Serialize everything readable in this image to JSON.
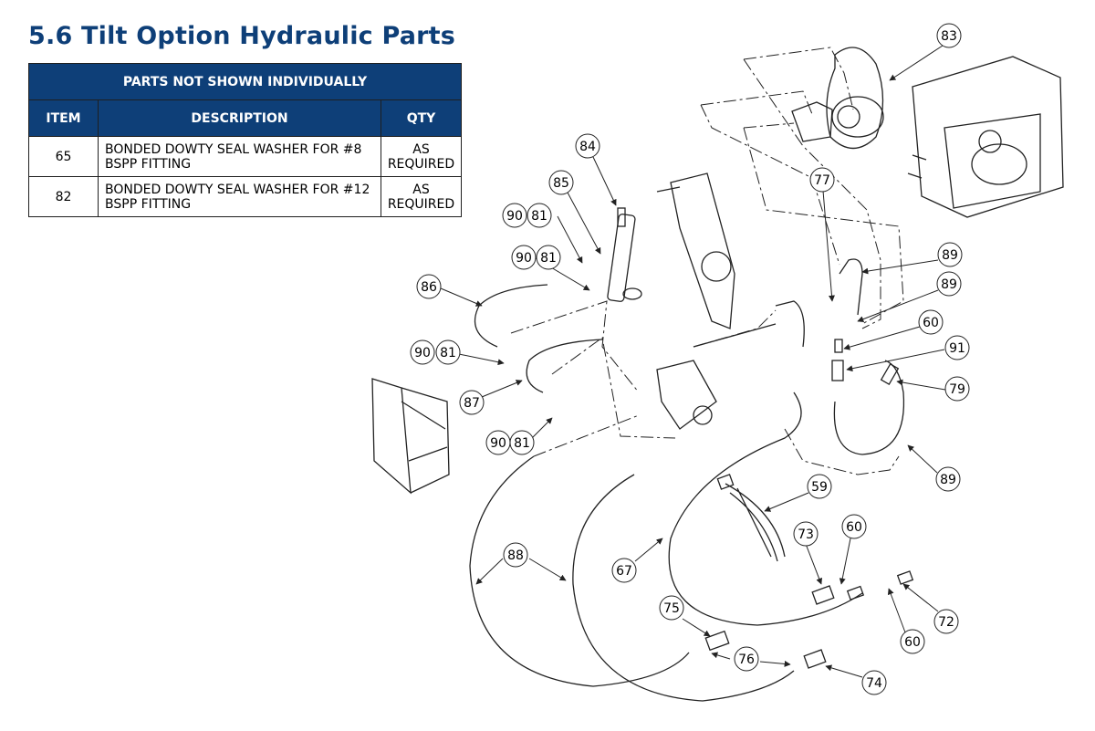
{
  "title": "5.6 Tilt Option Hydraulic Parts",
  "table": {
    "caption": "PARTS NOT SHOWN INDIVIDUALLY",
    "headers": {
      "item": "ITEM",
      "description": "DESCRIPTION",
      "qty": "QTY"
    },
    "rows": [
      {
        "item": "65",
        "description": "BONDED DOWTY SEAL WASHER FOR #8 BSPP FITTING",
        "qty": "AS REQUIRED"
      },
      {
        "item": "82",
        "description": "BONDED DOWTY SEAL WASHER FOR #12 BSPP FITTING",
        "qty": "AS REQUIRED"
      }
    ]
  },
  "callouts": [
    "83",
    "84",
    "85",
    "77",
    "89",
    "89",
    "90",
    "81",
    "90",
    "81",
    "86",
    "60",
    "91",
    "79",
    "90",
    "81",
    "87",
    "90",
    "81",
    "89",
    "59",
    "73",
    "60",
    "88",
    "67",
    "72",
    "60",
    "75",
    "76",
    "74"
  ],
  "colors": {
    "heading": "#0e3f78",
    "table_header_bg": "#0e3f78",
    "table_header_text": "#ffffff",
    "line": "#222222"
  }
}
